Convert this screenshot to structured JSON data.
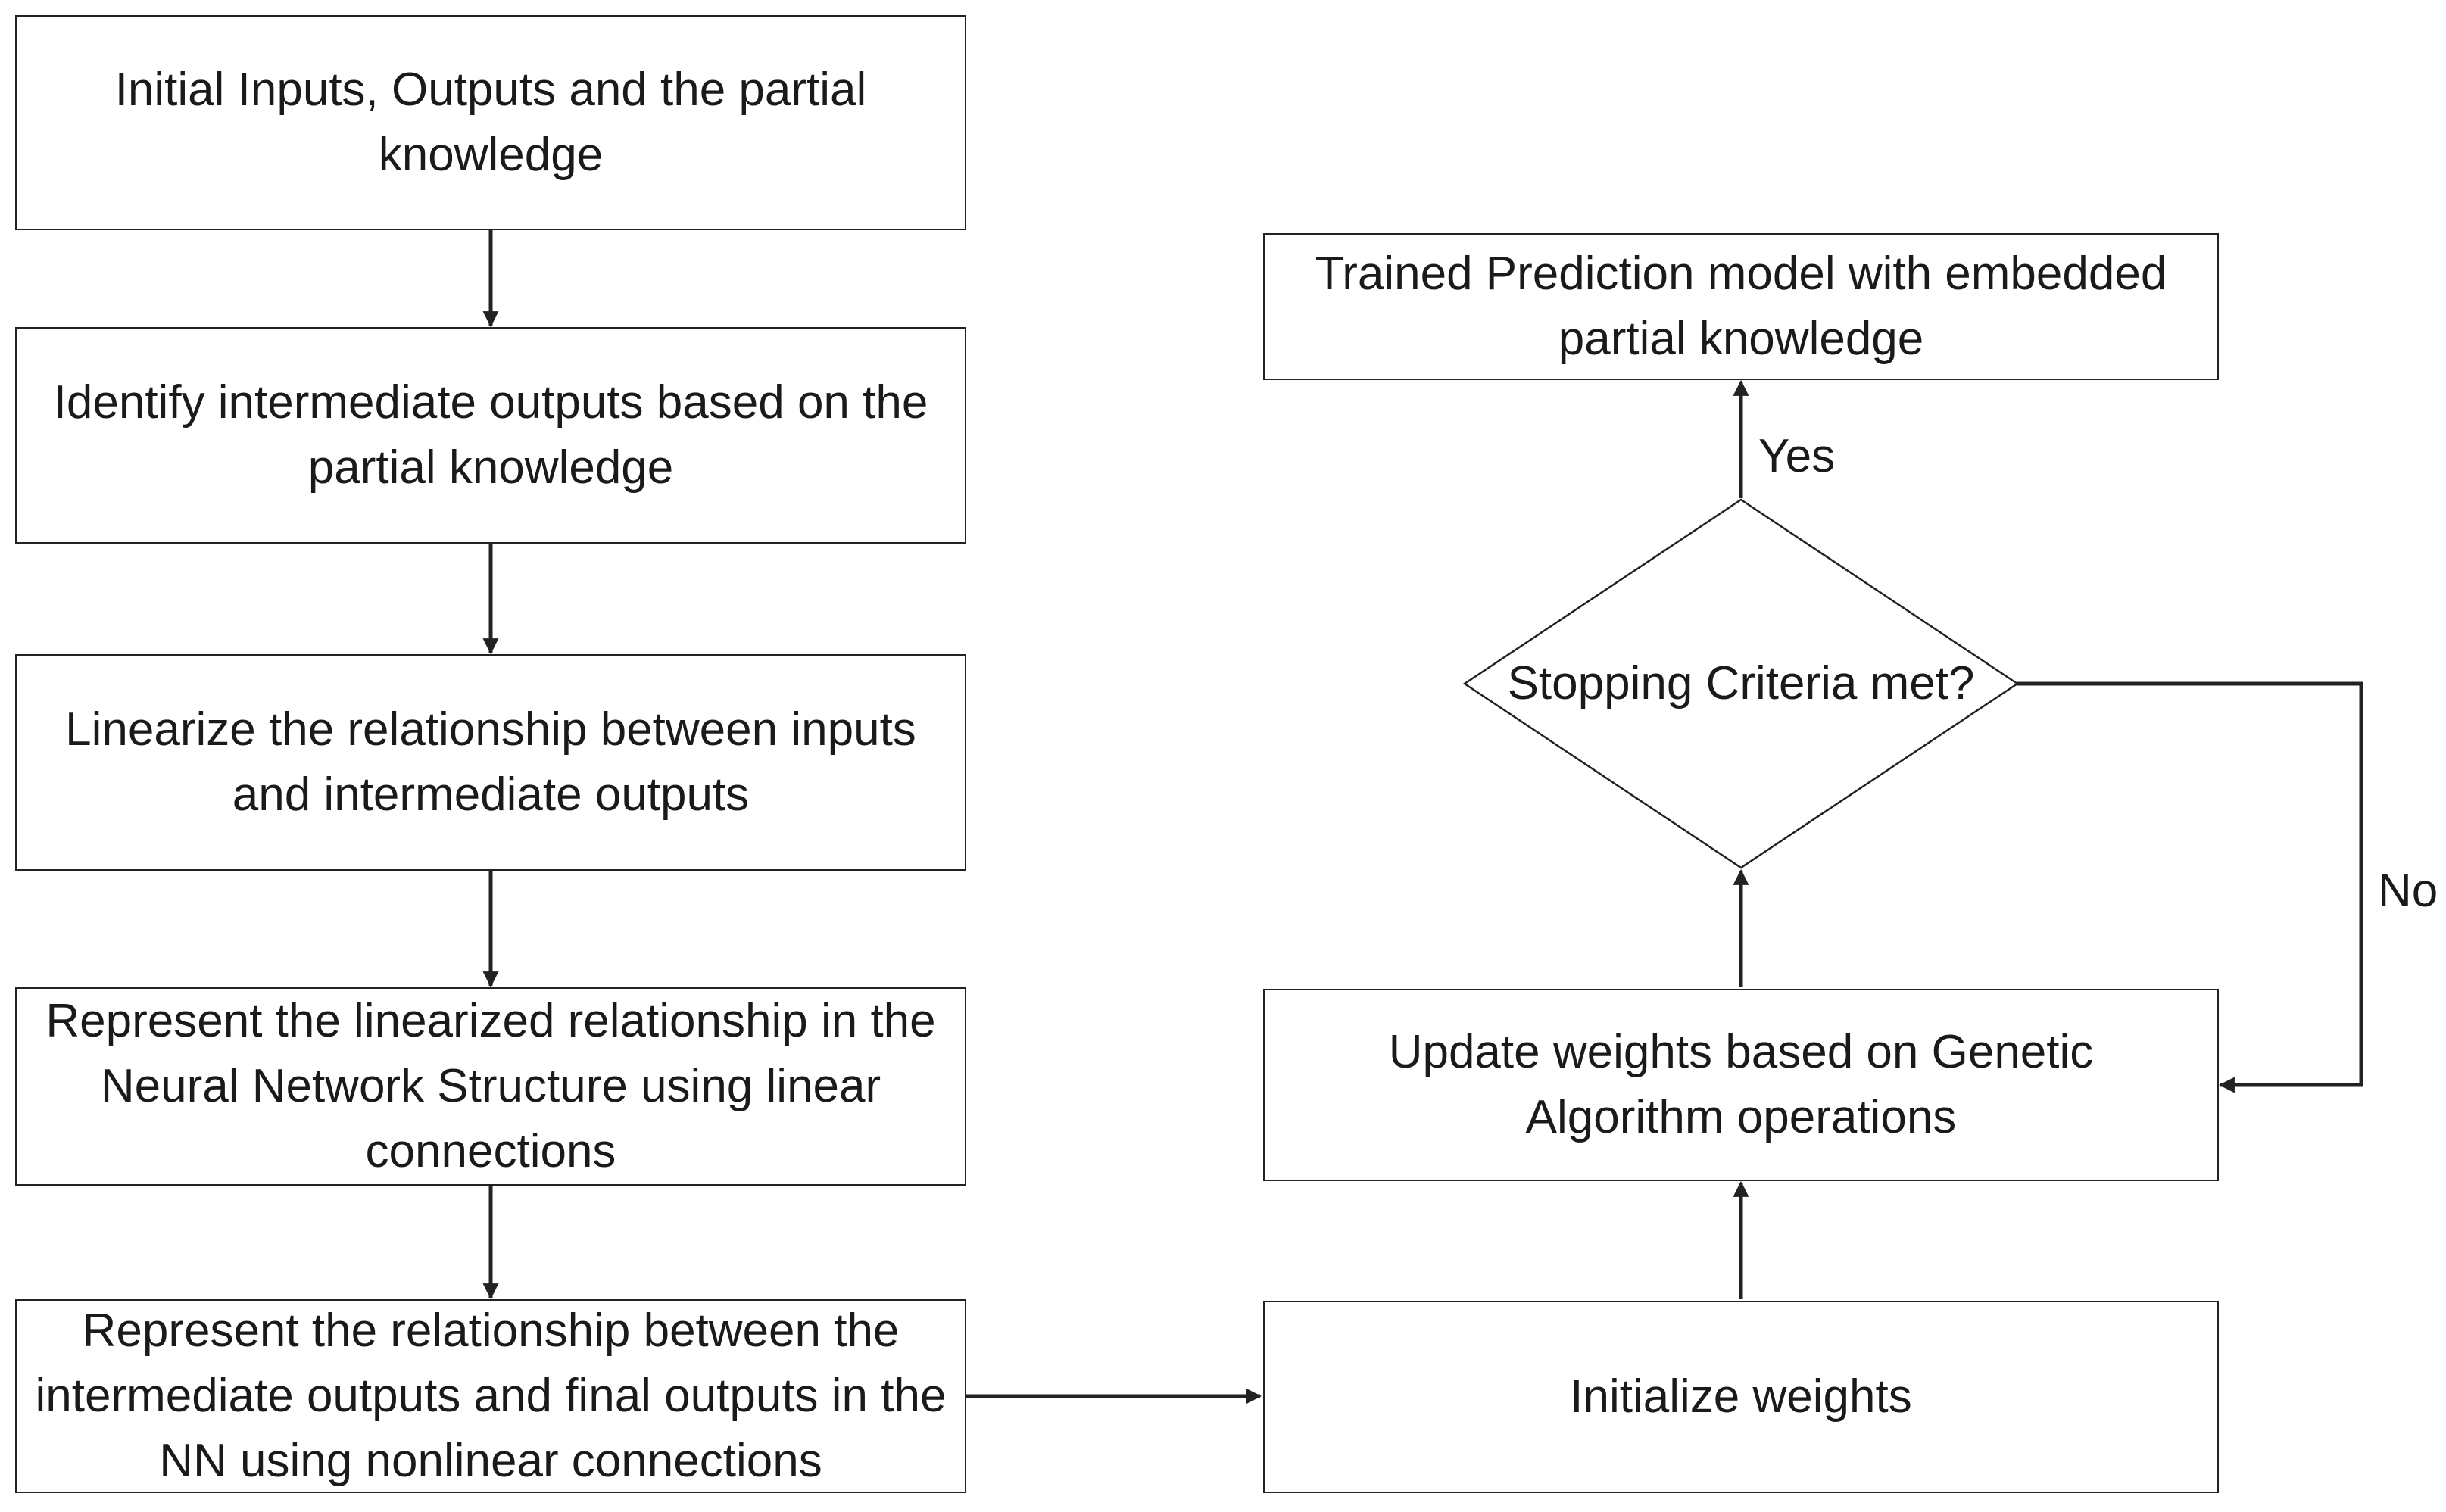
{
  "nodes": {
    "initial_inputs": "Initial Inputs, Outputs and the partial knowledge",
    "identify_intermediate": "Identify intermediate outputs based on the partial knowledge",
    "linearize": "Linearize the relationship between inputs and intermediate outputs",
    "represent_linear": "Represent the linearized relationship in the Neural Network Structure using linear connections",
    "represent_nonlinear": "Represent the relationship between the intermediate outputs and final outputs in the NN using nonlinear connections",
    "initialize_weights": "Initialize weights",
    "update_weights": "Update weights based on Genetic Algorithm operations",
    "stopping_criteria": "Stopping Criteria met?",
    "trained_model": "Trained Prediction model with embedded partial knowledge"
  },
  "edges": {
    "yes_label": "Yes",
    "no_label": "No"
  },
  "colors": {
    "stroke": "#222222",
    "background": "#ffffff",
    "text": "#1a1a1a"
  }
}
